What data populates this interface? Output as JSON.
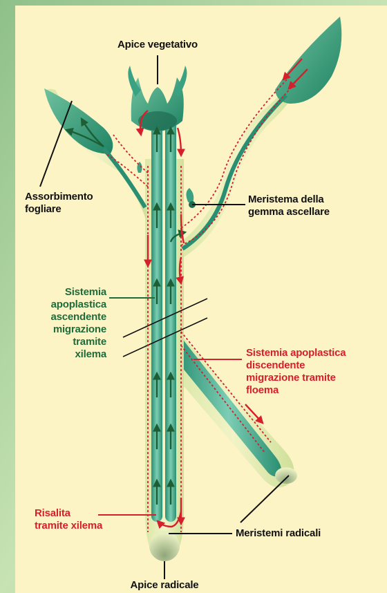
{
  "colors": {
    "background_outer": "#a9cf9a",
    "panel": "#fdf4c6",
    "plant_tissue": "#2f9c7c",
    "xylem_arrow": "#1d5e35",
    "phloem_arrow": "#d4202c",
    "root_tip": "#c9d6a4"
  },
  "labels": {
    "apex_top": "Apice vegetativo",
    "leaf_absorption": [
      "Assorbimento",
      "fogliare"
    ],
    "bud_meristem": [
      "Meristema della",
      "gemma ascellare"
    ],
    "xylem_system": [
      "Sistemia",
      "apoplastica",
      "ascendente",
      "migrazione",
      "tramite",
      "xilema"
    ],
    "phloem_system": [
      "Sistemia apoplastica",
      "discendente",
      "migrazione tramite",
      "floema"
    ],
    "xylem_rise": [
      "Risalita",
      "tramite xilema"
    ],
    "root_meristems": "Meristemi radicali",
    "root_apex": "Apice radicale"
  },
  "icons": [
    "xylem-up-arrow-icon",
    "phloem-down-arrow-icon"
  ]
}
